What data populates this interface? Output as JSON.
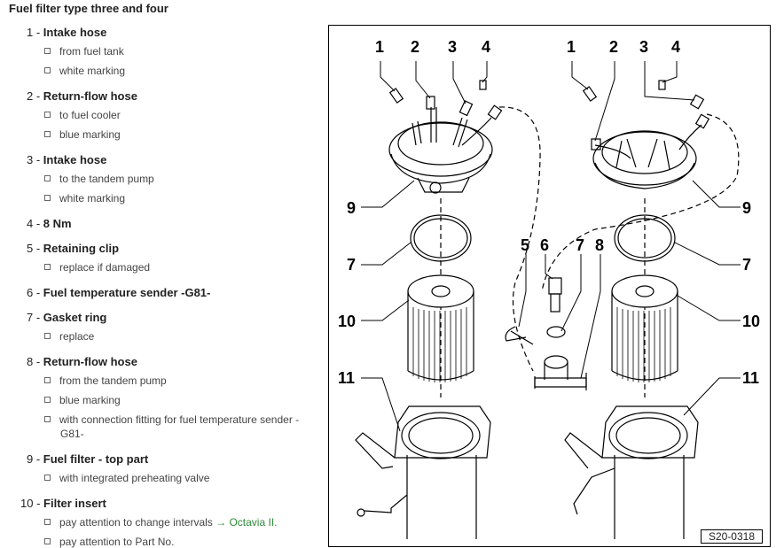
{
  "title": "Fuel filter type three and four",
  "items": [
    {
      "num": "1",
      "sep": " - ",
      "name": "Intake hose",
      "subs": [
        "from fuel tank",
        "white marking"
      ]
    },
    {
      "num": "2",
      "sep": " - ",
      "name": "Return-flow hose",
      "subs": [
        "to fuel cooler",
        "blue marking"
      ]
    },
    {
      "num": "3",
      "sep": " - ",
      "name": "Intake hose",
      "subs": [
        "to the tandem pump",
        "white marking"
      ]
    },
    {
      "num": "4",
      "sep": " - ",
      "name": "8 Nm",
      "subs": []
    },
    {
      "num": "5",
      "sep": " - ",
      "name": "Retaining clip",
      "subs": [
        "replace if damaged"
      ]
    },
    {
      "num": "6",
      "sep": " - ",
      "name": "Fuel temperature sender -G81-",
      "subs": []
    },
    {
      "num": "7",
      "sep": " - ",
      "name": "Gasket ring",
      "subs": [
        "replace"
      ]
    },
    {
      "num": "8",
      "sep": " - ",
      "name": "Return-flow hose",
      "subs": [
        "from the tandem pump",
        "blue marking",
        "with connection fitting for fuel temperature sender -",
        "G81-"
      ]
    },
    {
      "num": "9",
      "sep": " - ",
      "name": "Fuel filter - top part",
      "subs": [
        "with integrated preheating valve"
      ]
    },
    {
      "num": "10",
      "sep": " - ",
      "name": "Filter insert",
      "subs": [
        "pay attention to change intervals",
        "pay attention to Part No."
      ]
    }
  ],
  "change_intervals_link": {
    "arrow": "→",
    "text": "Octavia II."
  },
  "figure": {
    "id": "S20-0318",
    "callouts": {
      "left_top": [
        "1",
        "2",
        "3",
        "4"
      ],
      "right_top": [
        "1",
        "2",
        "3",
        "4"
      ],
      "middle": [
        "5",
        "6",
        "7",
        "8"
      ],
      "left_side": [
        "9",
        "7",
        "10",
        "11"
      ],
      "right_side": [
        "9",
        "7",
        "10",
        "11"
      ]
    }
  }
}
